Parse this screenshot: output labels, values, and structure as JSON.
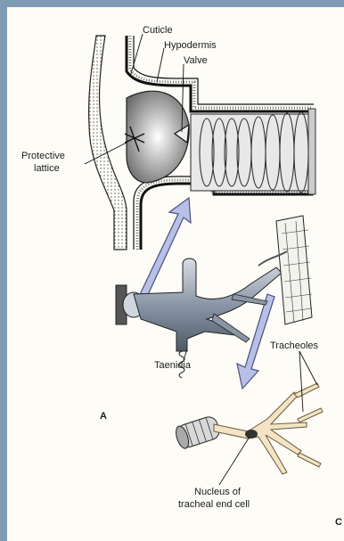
{
  "labels": {
    "cuticle": "Cuticle",
    "hypodermis": "Hypodermis",
    "valve": "Valve",
    "protective_line1": "Protective",
    "protective_line2": "lattice",
    "taenidia": "Taenidia",
    "tracheoles": "Tracheoles",
    "nucleus_line1": "Nucleus of",
    "nucleus_line2": "tracheal end cell",
    "panel_a": "A",
    "panel_c": "C"
  },
  "colors": {
    "frame": "#7f9bb3",
    "paper": "#fdfcf7",
    "arrow_fill": "#b9c0e8",
    "arrow_stroke": "#4a4f7a",
    "trachea_fill": "#8a96a6",
    "tracheole_fill": "#f2e4c4",
    "wall_fill": "#8c8c8c"
  }
}
